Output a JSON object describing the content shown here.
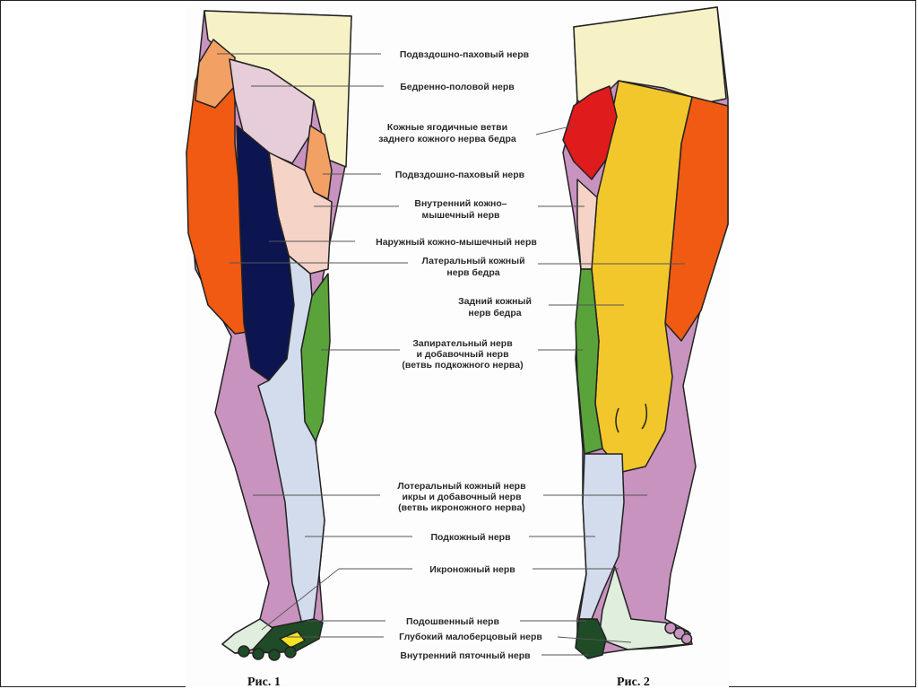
{
  "colors": {
    "outline": "#222222",
    "leader": "#555555",
    "pelvis": "#f7f1c6",
    "iliohypogastric": "#f3a064",
    "genitofemoral": "#e6cdd9",
    "gluteal_posterior": "#e01b1b",
    "inner_cutaneous": "#f6d3c7",
    "outer_musculocutaneous": "#0c1550",
    "lateral_femoral": "#f05a12",
    "posterior_femoral": "#f2c72b",
    "obturator": "#5aa33a",
    "sural_lateral": "#c893bf",
    "saphenous": "#d3dced",
    "sural": "#dfeedd",
    "plantar": "#1f4b26",
    "deep_peroneal": "#f6e224"
  },
  "labels": [
    "Подвздошно-паховый нерв",
    "Бедренно-половой нерв",
    "Кожные ягодичные ветви",
    "заднего кожного нерва бедра",
    "Подвздошно-паховый нерв",
    "Внутренний кожно–",
    "мышечный нерв",
    "Наружный кожно-мышечный нерв",
    "Латеральный кожный",
    "нерв бедра",
    "Задний кожный",
    "нерв бедра",
    "Запирательный нерв",
    "и добавочный нерв",
    "(ветвь подкожного нерва)",
    "Лотеральный кожный нерв",
    "икры и добавочный нерв",
    "(ветвь икроножного нерва)",
    "Подкожный нерв",
    "Икроножный нерв",
    "Подошвенный нерв",
    "Глубокий малоберцовый нерв",
    "Внутренний пяточный нерв"
  ],
  "figures": {
    "fig1": "Рис. 1",
    "fig2": "Рис. 2"
  }
}
